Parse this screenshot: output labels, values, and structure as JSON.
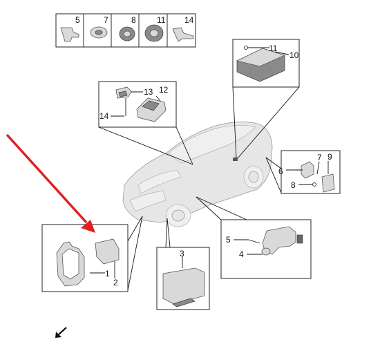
{
  "callouts": {
    "fastener_5": "5",
    "fastener_7": "7",
    "fastener_8": "8",
    "fastener_11": "11",
    "fastener_14": "14",
    "module_top_11": "11",
    "module_top_10": "10",
    "camera_13": "13",
    "camera_12": "12",
    "camera_14": "14",
    "rear_6": "6",
    "rear_7": "7",
    "rear_9": "9",
    "rear_8": "8",
    "front_radar_1": "1",
    "front_radar_2": "2",
    "under_3": "3",
    "side_5": "5",
    "side_4": "4"
  },
  "colors": {
    "arrow": "#e02020",
    "line": "#111111",
    "part_fill": "#d9d9d9"
  },
  "icons": [
    "arrow-pointer-icon",
    "back-arrow-icon"
  ]
}
